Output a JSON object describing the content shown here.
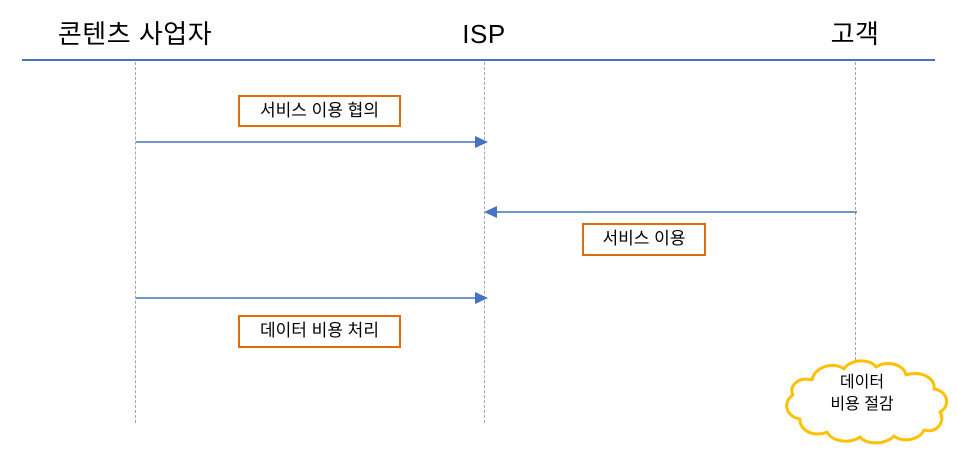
{
  "diagram": {
    "type": "sequence-diagram",
    "colors": {
      "arrow_blue": "#4472C4",
      "label_border_orange": "#E36C0A",
      "cloud_yellow": "#FFC000",
      "lifeline_gray": "#A6A6A6",
      "background": "#FFFFFF",
      "text": "#000000"
    },
    "actors": [
      {
        "id": "content-provider",
        "label": "콘텐츠 사업자"
      },
      {
        "id": "isp",
        "label": "ISP"
      },
      {
        "id": "customer",
        "label": "고객"
      }
    ],
    "messages": [
      {
        "id": "message-1",
        "label": "서비스 이용 협의",
        "from": "콘텐츠 사업자",
        "to": "ISP",
        "direction": "right",
        "label_position": "above"
      },
      {
        "id": "message-2",
        "label": "서비스 이용",
        "from": "고객",
        "to": "ISP",
        "direction": "left",
        "label_position": "below"
      },
      {
        "id": "message-3",
        "label": "데이터 비용 처리",
        "from": "콘텐츠 사업자",
        "to": "ISP",
        "direction": "right",
        "label_position": "below"
      }
    ],
    "callout": {
      "id": "cost-saving-cloud",
      "shape": "cloud",
      "text": "데이터\n비용 절감",
      "attached_to": "고객"
    }
  }
}
